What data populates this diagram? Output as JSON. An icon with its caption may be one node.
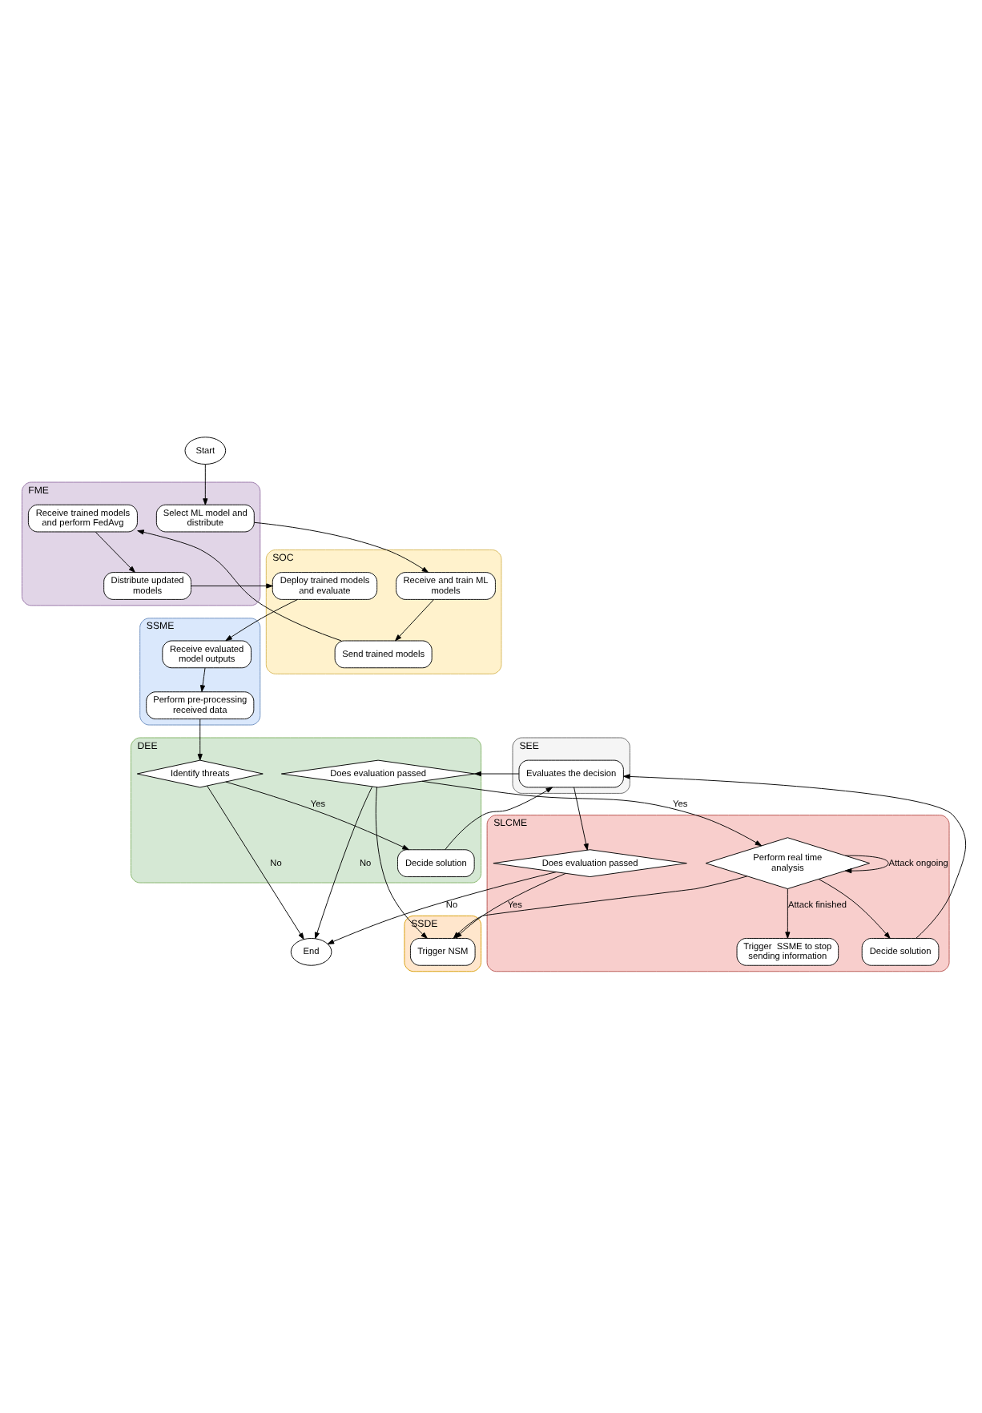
{
  "diagram": {
    "nodes": [
      {
        "text": [
          "Start"
        ]
      },
      {
        "text": [
          "FME"
        ]
      },
      {
        "text": [
          "Select ML model and distribute"
        ],
        "in": 1
      },
      {
        "text": [
          "Receive trained models and perform FedAvg"
        ],
        "in": 1
      },
      {
        "text": [
          "Distribute updated models"
        ],
        "in": 1
      },
      {
        "text": [
          "SOC"
        ]
      },
      {
        "text": [
          "Receive and train ML models"
        ],
        "in": 5
      },
      {
        "text": [
          "Send trained models"
        ],
        "in": 5
      },
      {
        "text": [
          "Deploy trained models and evaluate"
        ],
        "in": 5
      },
      {
        "text": [
          "SSME"
        ]
      },
      {
        "text": [
          "Receive evaluated model outputs"
        ],
        "in": 9
      },
      {
        "text": [
          "Perform pre-processing received data"
        ],
        "in": 9
      },
      {
        "text": [
          "DEE"
        ]
      },
      {
        "text": [
          "Identify threats"
        ],
        "in": 12
      },
      {
        "text": [
          "Decide solution"
        ],
        "in": 12
      },
      {
        "text": [
          "Does evaluation passed"
        ],
        "in": 12
      },
      {
        "text": [
          "SEE"
        ]
      },
      {
        "text": [
          "Evaluates the decision"
        ],
        "in": 16
      },
      {
        "text": [
          "SLCME"
        ]
      },
      {
        "text": [
          "Perform real time analysis"
        ],
        "in": 18
      },
      {
        "text": [
          "Trigger  SSME to stop sending information"
        ],
        "in": 18
      },
      {
        "text": [
          "Decide solution"
        ],
        "in": 18
      },
      {
        "text": [
          "Does evaluation passed"
        ],
        "in": 18
      },
      {
        "text": [
          "SSDE"
        ]
      },
      {
        "text": [
          "Trigger NSM"
        ],
        "in": 23
      },
      {
        "text": [
          "End"
        ]
      }
    ],
    "edges": [
      {
        "from": 0,
        "to": 2,
        "arrow": "to"
      },
      {
        "from": 2,
        "to": 6,
        "arrow": "to"
      },
      {
        "from": 3,
        "to": 4,
        "arrow": "to"
      },
      {
        "from": 4,
        "to": 8,
        "arrow": "to"
      },
      {
        "from": 6,
        "to": 7,
        "arrow": "to"
      },
      {
        "from": 7,
        "to": 3,
        "arrow": "to"
      },
      {
        "from": 8,
        "to": 10,
        "arrow": "to"
      },
      {
        "from": 10,
        "to": 11,
        "arrow": "to"
      },
      {
        "from": 11,
        "to": 13,
        "arrow": "to"
      },
      {
        "from": 13,
        "to": 14,
        "arrow": "to",
        "label": "Yes"
      },
      {
        "from": 13,
        "to": 25,
        "arrow": "to",
        "label": "No"
      },
      {
        "from": 14,
        "to": 17,
        "arrow": "to"
      },
      {
        "from": 17,
        "to": 15,
        "arrow": "to"
      },
      {
        "from": 15,
        "to": 19,
        "arrow": "to",
        "label": "Yes"
      },
      {
        "from": 15,
        "to": 24,
        "arrow": "to"
      },
      {
        "from": 15,
        "to": 25,
        "arrow": "to",
        "label": "No"
      },
      {
        "from": 19,
        "to": 20,
        "arrow": "to",
        "label": "Attack finished"
      },
      {
        "from": 19,
        "to": 24,
        "arrow": "to"
      },
      {
        "from": 19,
        "to": 19,
        "arrow": "to",
        "label": "Attack ongoing"
      },
      {
        "from": 19,
        "to": 21,
        "arrow": "to"
      },
      {
        "from": 21,
        "to": 17,
        "arrow": "to"
      },
      {
        "from": 17,
        "to": 22,
        "arrow": "to"
      },
      {
        "from": 22,
        "to": 24,
        "arrow": "to",
        "label": "Yes"
      },
      {
        "from": 22,
        "to": 25,
        "arrow": "to",
        "label": "No"
      }
    ]
  }
}
